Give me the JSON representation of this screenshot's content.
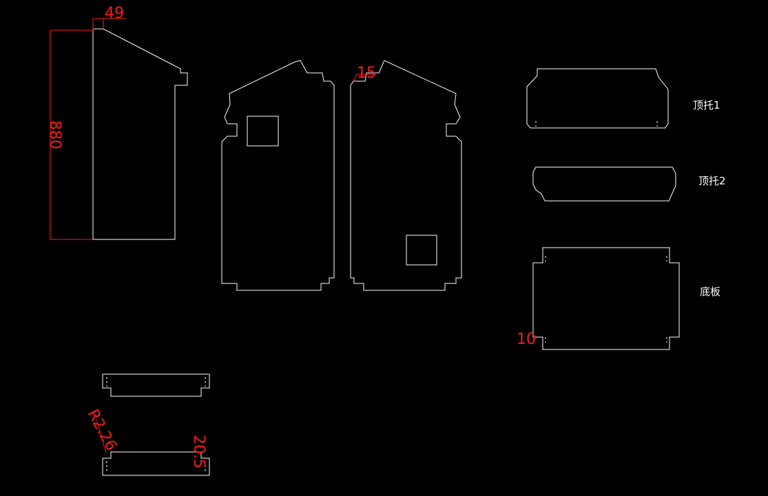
{
  "drawing": {
    "background": "#000000",
    "line_color": "#ffffff",
    "dimension_color": "#ff1a1a"
  },
  "dimensions": {
    "top_offset": "49",
    "height": "880",
    "notch": "15",
    "corner": "10",
    "radius": "R2.26",
    "depth": "20.5"
  },
  "labels": {
    "top_bracket_1": "顶托1",
    "top_bracket_2": "顶托2",
    "base_plate": "底板"
  }
}
